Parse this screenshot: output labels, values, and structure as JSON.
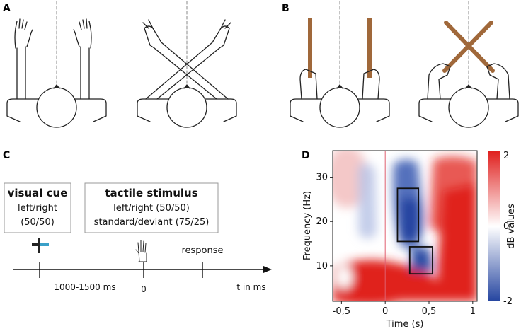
{
  "panels": {
    "a": "A",
    "b": "B",
    "c": "C",
    "d": "D"
  },
  "timeline": {
    "visual_cue_title": "visual cue",
    "visual_cue_line1": "left/right",
    "visual_cue_line2": "(50/50)",
    "tactile_title": "tactile stimulus",
    "tactile_line1": "left/right (50/50)",
    "tactile_line2": "standard/deviant (75/25)",
    "response": "response",
    "interval": "1000-1500 ms",
    "zero": "0",
    "axis_label": "t in ms"
  },
  "colors": {
    "stick": "#a0683a",
    "cue_accent": "#3aa0c8",
    "red": "#e0201e",
    "blue": "#2545a0"
  },
  "chart_data": {
    "type": "heatmap",
    "xlabel": "Time (s)",
    "ylabel": "Frequency (Hz)",
    "colorbar_label": "dB values",
    "xlim": [
      -0.6,
      1.05
    ],
    "ylim": [
      2,
      36
    ],
    "xticks": [
      "-0,5",
      "0",
      "0,5",
      "1"
    ],
    "xtick_values": [
      -0.5,
      0,
      0.5,
      1
    ],
    "yticks": [
      "10",
      "20",
      "30"
    ],
    "ytick_values": [
      10,
      20,
      30
    ],
    "colorbar_ticks": [
      "2",
      "0",
      "-2"
    ],
    "colorbar_values": [
      2,
      0,
      -2
    ],
    "zero_line_x": 0,
    "boxes": [
      {
        "t0": 0.14,
        "t1": 0.38,
        "f0": 15.5,
        "f1": 27.5
      },
      {
        "t0": 0.28,
        "t1": 0.54,
        "f0": 8.2,
        "f1": 14.3
      }
    ]
  }
}
